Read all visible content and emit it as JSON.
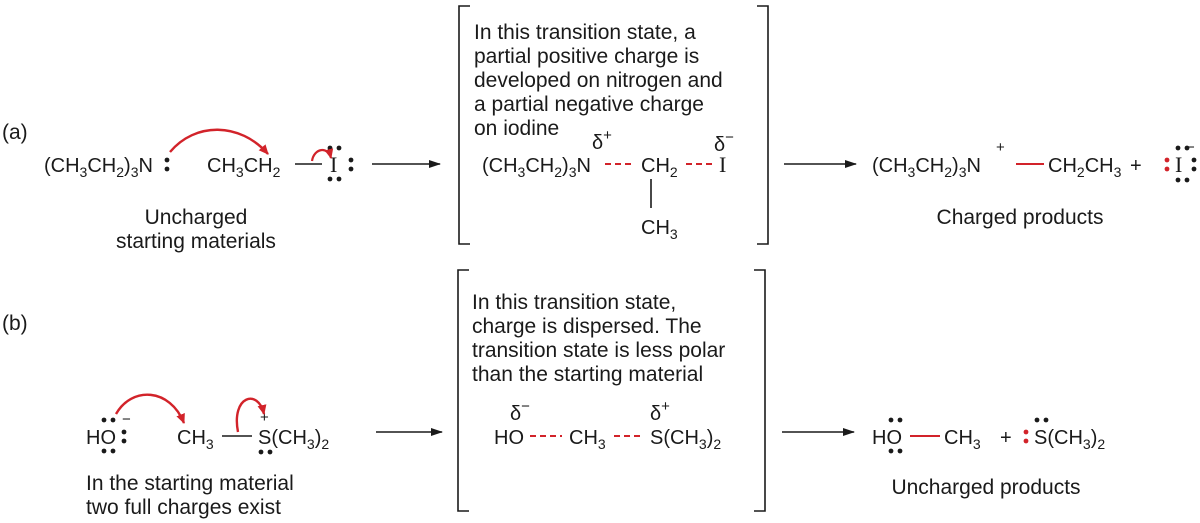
{
  "colors": {
    "ink": "#1a1a1a",
    "accent": "#d2232a",
    "background": "#ffffff"
  },
  "row_a": {
    "label": "(a)",
    "reactant_amine": {
      "p1": "(CH",
      "s1": "3",
      "p2": "CH",
      "s2": "2",
      "p3": ")",
      "s3": "3",
      "p4": "N"
    },
    "reactant_alkyl": {
      "p1": "CH",
      "s1": "3",
      "p2": "CH",
      "s2": "2"
    },
    "iodine": "I",
    "reactant_caption": [
      "Uncharged",
      "starting materials"
    ],
    "ts_note": [
      "In this transition state, a",
      "partial positive charge is",
      "developed on nitrogen and",
      "a partial negative charge",
      "on iodine"
    ],
    "ts_delta_plus": "δ",
    "ts_plus": "+",
    "ts_delta_minus": "δ",
    "ts_minus": "−",
    "ts_amine": {
      "p1": "(CH",
      "s1": "3",
      "p2": "CH",
      "s2": "2",
      "p3": ")",
      "s3": "3",
      "p4": "N"
    },
    "ts_carbon": {
      "p1": "CH",
      "s1": "2"
    },
    "ts_methyl": {
      "p1": "CH",
      "s1": "3"
    },
    "product_amine": {
      "p1": "(CH",
      "s1": "3",
      "p2": "CH",
      "s2": "2",
      "p3": ")",
      "s3": "3",
      "p4": "N"
    },
    "product_plus": "+",
    "product_ethyl": {
      "p1": "CH",
      "s1": "2",
      "p2": "CH",
      "s2": "3"
    },
    "plus_sign": "+",
    "iodide_minus": "−",
    "product_caption": "Charged products"
  },
  "row_b": {
    "label": "(b)",
    "hydroxide": "HO",
    "hydroxide_minus": "−",
    "methyl": {
      "p1": "CH",
      "s1": "3"
    },
    "sulfonium": {
      "p1": "S(CH",
      "s1": "3",
      "p2": ")",
      "s2": "2"
    },
    "sulfonium_plus": "+",
    "reactant_caption": [
      "In the starting material",
      "two full charges exist"
    ],
    "ts_note": [
      "In this transition state,",
      "charge is dispersed. The",
      "transition state is less polar",
      "than the starting material"
    ],
    "ts_delta_minus": "δ",
    "ts_minus": "−",
    "ts_delta_plus": "δ",
    "ts_plus": "+",
    "ts_hydroxide": "HO",
    "ts_methyl": {
      "p1": "CH",
      "s1": "3"
    },
    "ts_sulfonium": {
      "p1": "S(CH",
      "s1": "3",
      "p2": ")",
      "s2": "2"
    },
    "product_hydroxide": "HO",
    "product_methyl": {
      "p1": "CH",
      "s1": "3"
    },
    "plus_sign": "+",
    "product_sulfide": {
      "p1": "S(CH",
      "s1": "3",
      "p2": ")",
      "s2": "2"
    },
    "product_caption": "Uncharged products"
  }
}
